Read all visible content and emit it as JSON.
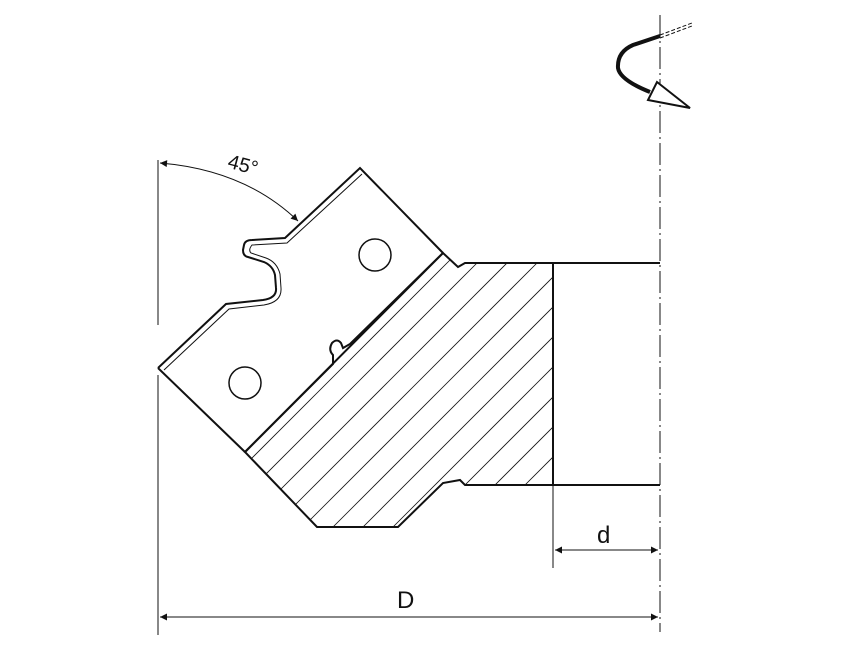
{
  "drawing": {
    "angle_label": "45°",
    "small_dimension_label": "d",
    "large_dimension_label": "D"
  },
  "colors": {
    "line": "#111111",
    "background": "#ffffff"
  },
  "icons": {
    "rotation": "rotation-direction-arrow-icon"
  }
}
